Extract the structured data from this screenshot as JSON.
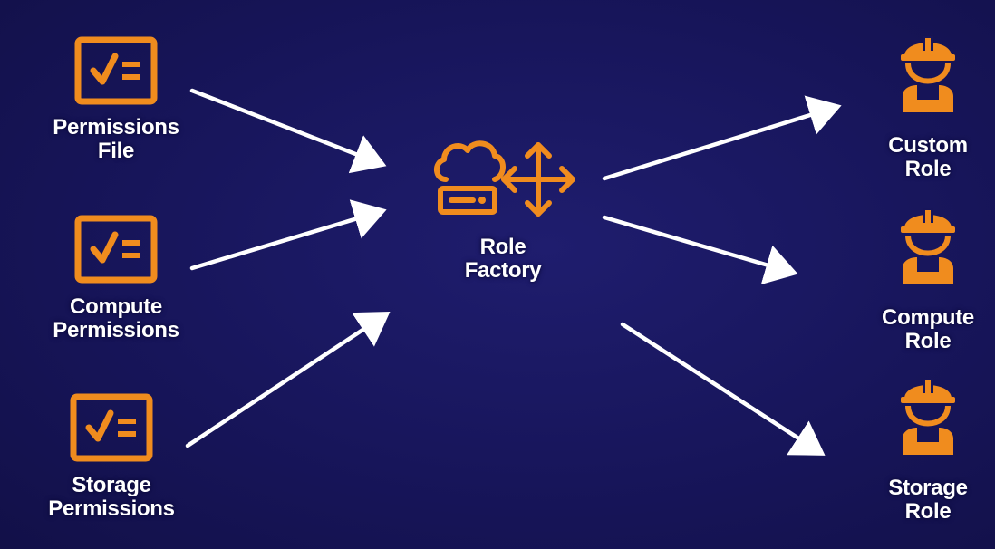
{
  "colors": {
    "background": "#17155a",
    "icon": "#f08c1e",
    "text": "#ffffff",
    "arrow": "#ffffff"
  },
  "inputs": [
    {
      "icon": "checklist-icon",
      "line1": "Permissions",
      "line2": "File"
    },
    {
      "icon": "checklist-icon",
      "line1": "Compute",
      "line2": "Permissions"
    },
    {
      "icon": "checklist-icon",
      "line1": "Storage",
      "line2": "Permissions"
    }
  ],
  "factory": {
    "icon": "cloud-server-move-icon",
    "line1": "Role",
    "line2": "Factory"
  },
  "outputs": [
    {
      "icon": "worker-icon",
      "line1": "Custom",
      "line2": "Role"
    },
    {
      "icon": "worker-icon",
      "line1": "Compute",
      "line2": "Role"
    },
    {
      "icon": "worker-icon",
      "line1": "Storage",
      "line2": "Role"
    }
  ]
}
